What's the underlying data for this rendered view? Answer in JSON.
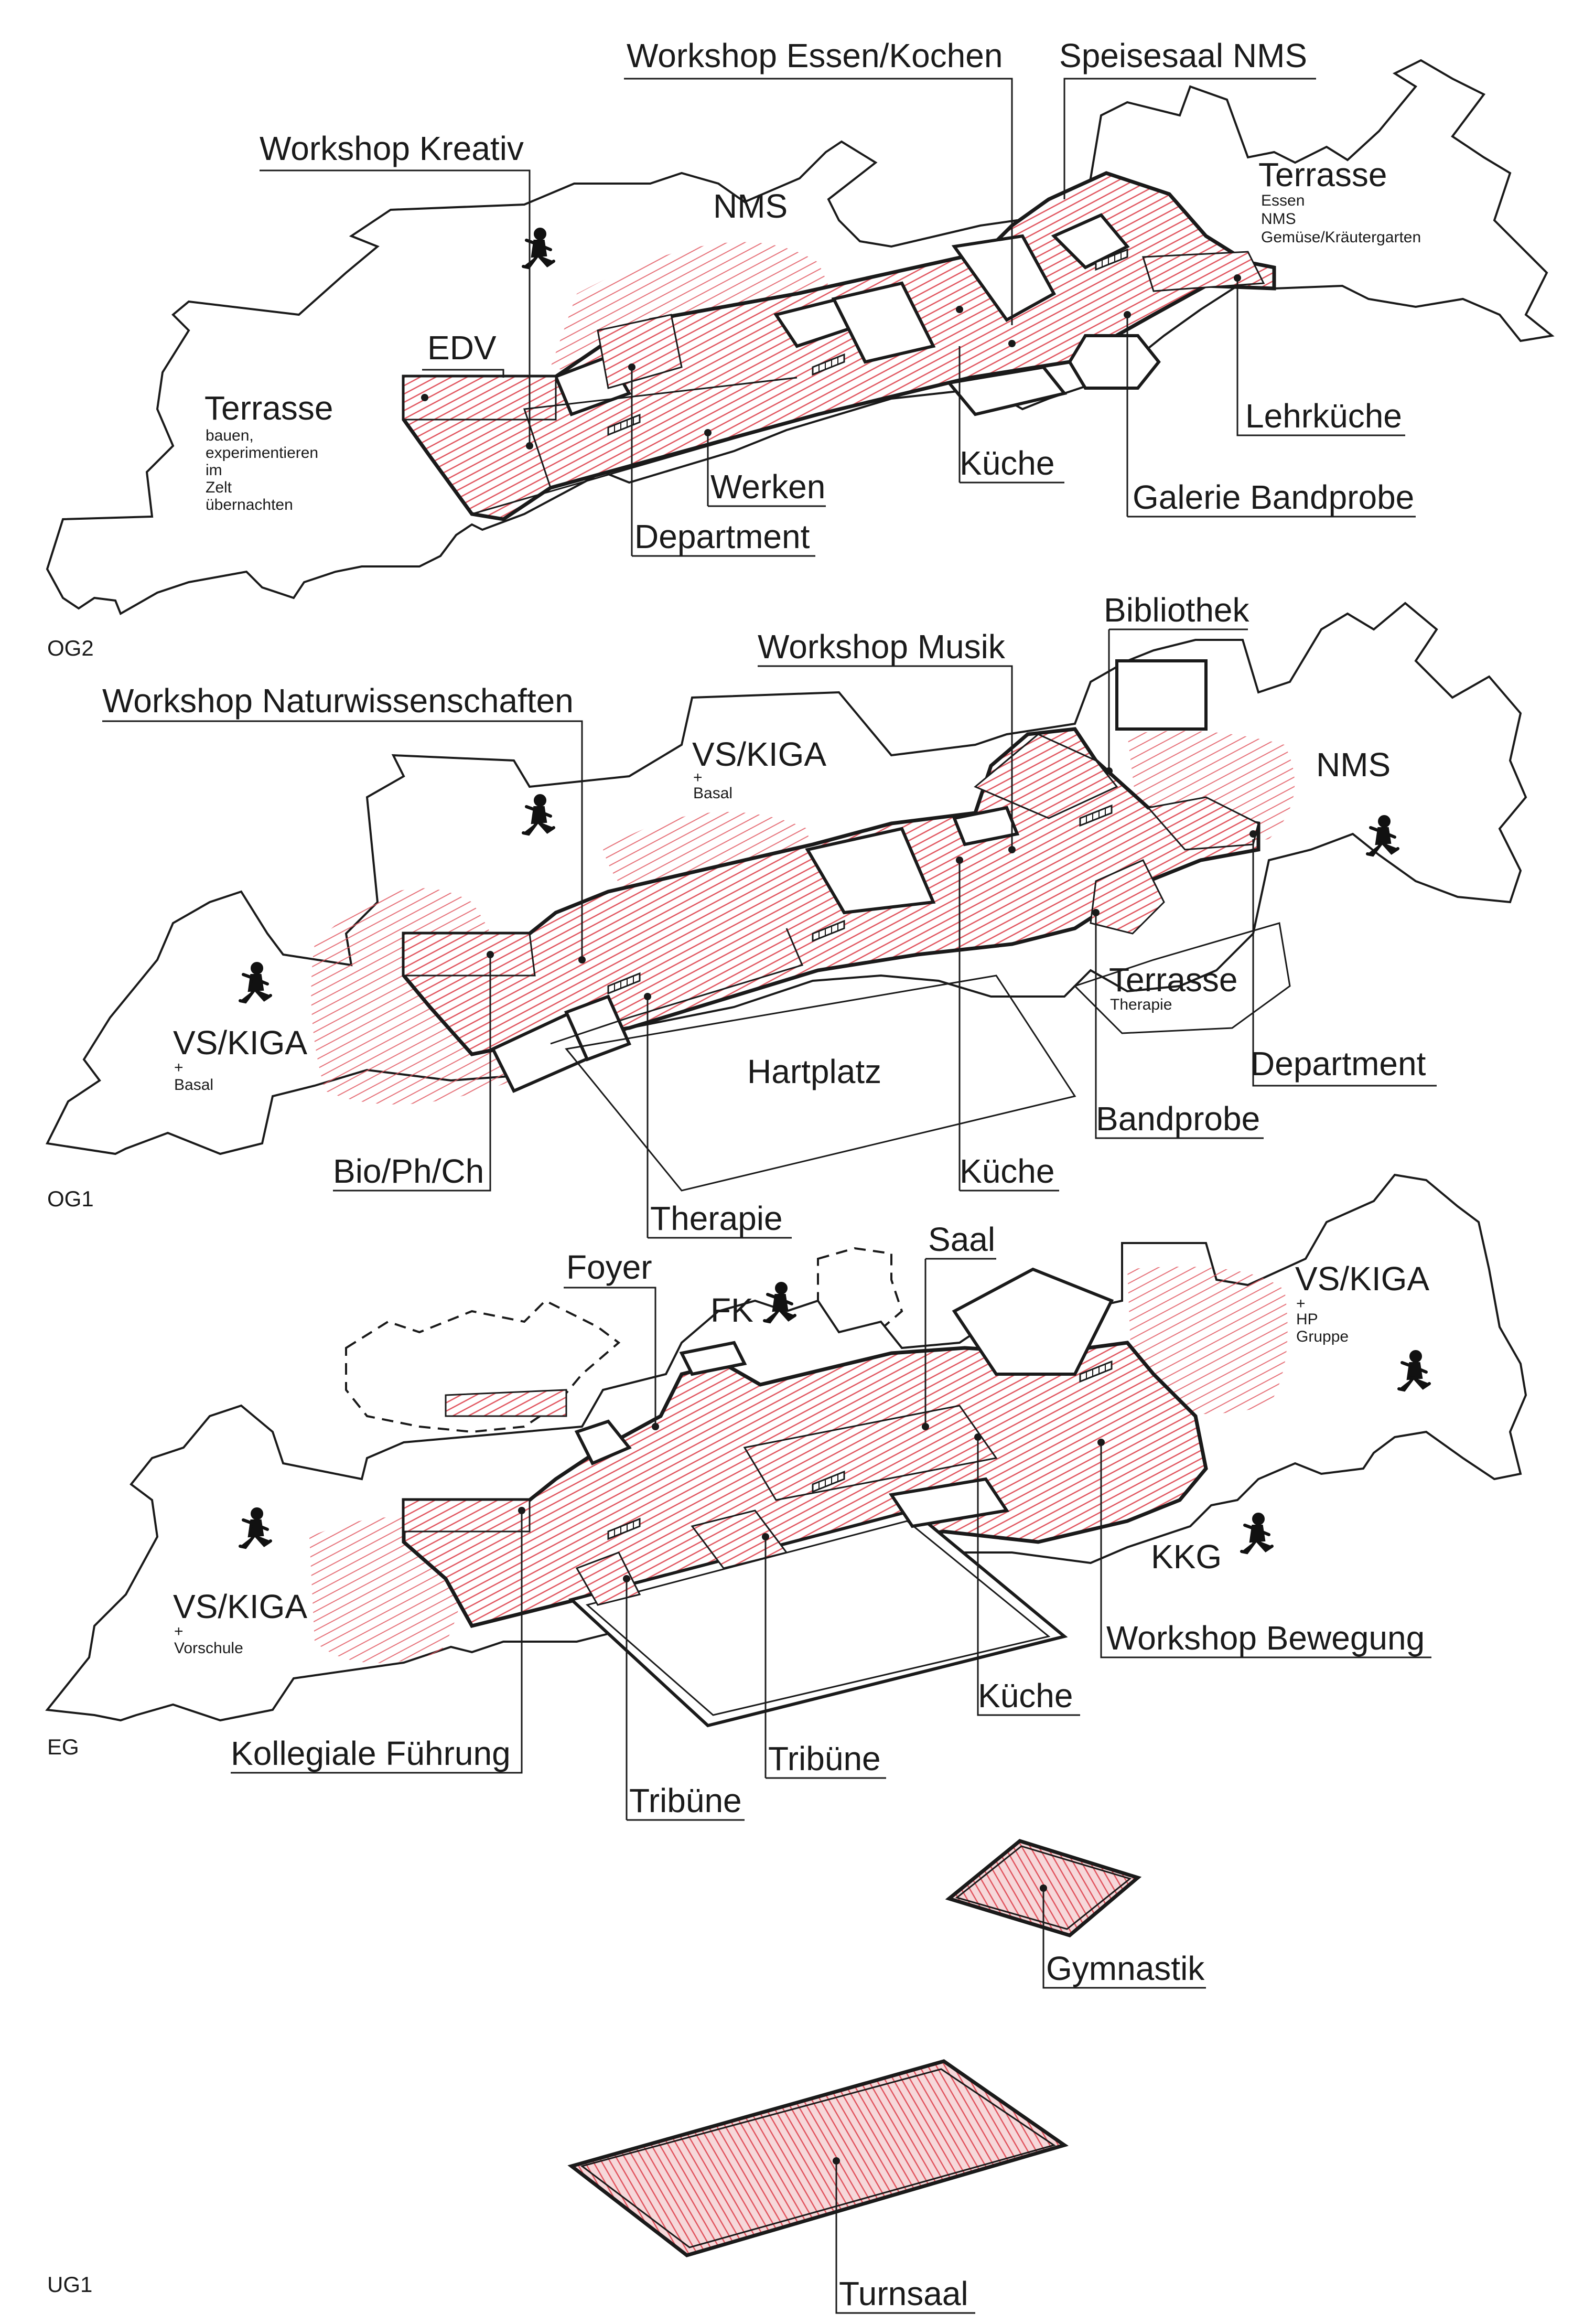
{
  "colors": {
    "hatch": "#e0505a",
    "line": "#1a1a1a",
    "background": "#ffffff"
  },
  "levels": {
    "og2": "OG2",
    "og1": "OG1",
    "eg": "EG",
    "ug1": "UG1"
  },
  "og2": {
    "workshop_essen_kochen": "Workshop Essen/Kochen",
    "speisesaal_nms": "Speisesaal NMS",
    "workshop_kreativ": "Workshop Kreativ",
    "nms": "NMS",
    "terrasse_right": "Terrasse",
    "terrasse_right_line1": "Essen",
    "terrasse_right_line2": "NMS",
    "terrasse_right_line3": "Gemüse/Kräutergarten",
    "edv": "EDV",
    "terrasse_left": "Terrasse",
    "terrasse_left_line1": "bauen,",
    "terrasse_left_line2": "experimentieren",
    "terrasse_left_line3": "im",
    "terrasse_left_line4": "Zelt",
    "terrasse_left_line5": "übernachten",
    "lehrkueche": "Lehrküche",
    "kueche": "Küche",
    "werken": "Werken",
    "galerie_bandprobe": "Galerie Bandprobe",
    "department": "Department"
  },
  "og1": {
    "bibliothek": "Bibliothek",
    "workshop_musik": "Workshop Musik",
    "workshop_naturwissenschaften": "Workshop Naturwissenschaften",
    "vs_kiga_top": "VS/KIGA",
    "vs_kiga_top_plus": "+",
    "vs_kiga_top_sub": "Basal",
    "nms": "NMS",
    "terrasse": "Terrasse",
    "terrasse_sub": "Therapie",
    "vs_kiga_left": "VS/KIGA",
    "vs_kiga_left_plus": "+",
    "vs_kiga_left_sub": "Basal",
    "hartplatz": "Hartplatz",
    "department": "Department",
    "bandprobe": "Bandprobe",
    "bio_ph_ch": "Bio/Ph/Ch",
    "kueche": "Küche",
    "therapie": "Therapie"
  },
  "eg": {
    "foyer": "Foyer",
    "saal": "Saal",
    "fk": "FK",
    "vs_kiga_right": "VS/KIGA",
    "vs_kiga_right_plus": "+",
    "vs_kiga_right_sub1": "HP",
    "vs_kiga_right_sub2": "Gruppe",
    "vs_kiga_left": "VS/KIGA",
    "vs_kiga_left_plus": "+",
    "vs_kiga_left_sub": "Vorschule",
    "kkg": "KKG",
    "workshop_bewegung": "Workshop Bewegung",
    "kueche": "Küche",
    "kollegiale_fuehrung": "Kollegiale Führung",
    "tribuene_1": "Tribüne",
    "tribuene_2": "Tribüne"
  },
  "ug1": {
    "gymnastik": "Gymnastik",
    "turnsaal": "Turnsaal"
  },
  "icons": [
    "walking-figure-icon",
    "staircase-icon"
  ]
}
